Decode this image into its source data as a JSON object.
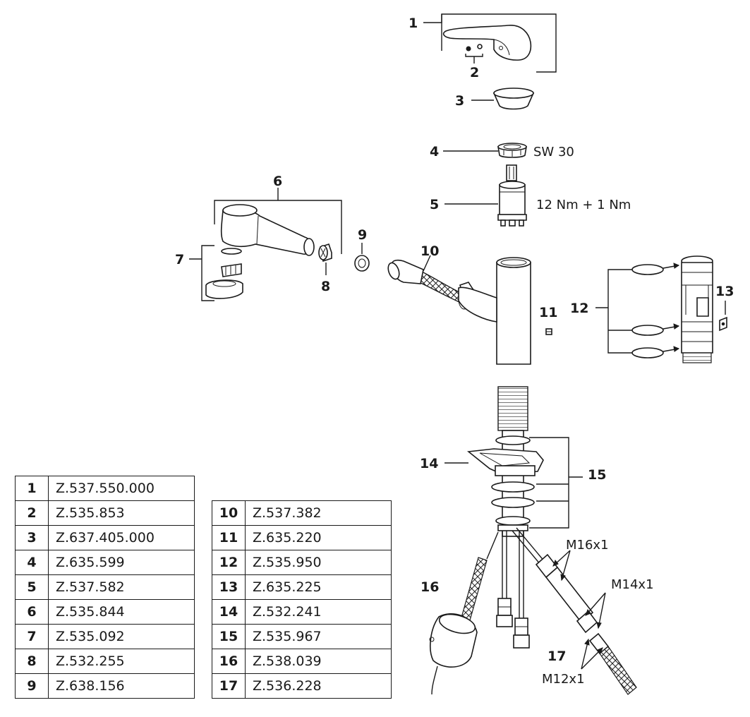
{
  "callouts": [
    "1",
    "2",
    "3",
    "4",
    "5",
    "6",
    "7",
    "8",
    "9",
    "10",
    "11",
    "12",
    "13",
    "14",
    "15",
    "16",
    "17"
  ],
  "notes": {
    "sw": "SW 30",
    "torque": "12 Nm + 1 Nm",
    "m16": "M16x1",
    "m14": "M14x1",
    "m12": "M12x1"
  },
  "parts_left": [
    {
      "num": "1",
      "code": "Z.537.550.000"
    },
    {
      "num": "2",
      "code": "Z.535.853"
    },
    {
      "num": "3",
      "code": "Z.637.405.000"
    },
    {
      "num": "4",
      "code": "Z.635.599"
    },
    {
      "num": "5",
      "code": "Z.537.582"
    },
    {
      "num": "6",
      "code": "Z.535.844"
    },
    {
      "num": "7",
      "code": "Z.535.092"
    },
    {
      "num": "8",
      "code": "Z.532.255"
    },
    {
      "num": "9",
      "code": "Z.638.156"
    }
  ],
  "parts_right": [
    {
      "num": "10",
      "code": "Z.537.382"
    },
    {
      "num": "11",
      "code": "Z.635.220"
    },
    {
      "num": "12",
      "code": "Z.535.950"
    },
    {
      "num": "13",
      "code": "Z.635.225"
    },
    {
      "num": "14",
      "code": "Z.532.241"
    },
    {
      "num": "15",
      "code": "Z.535.967"
    },
    {
      "num": "16",
      "code": "Z.538.039"
    },
    {
      "num": "17",
      "code": "Z.536.228"
    }
  ]
}
